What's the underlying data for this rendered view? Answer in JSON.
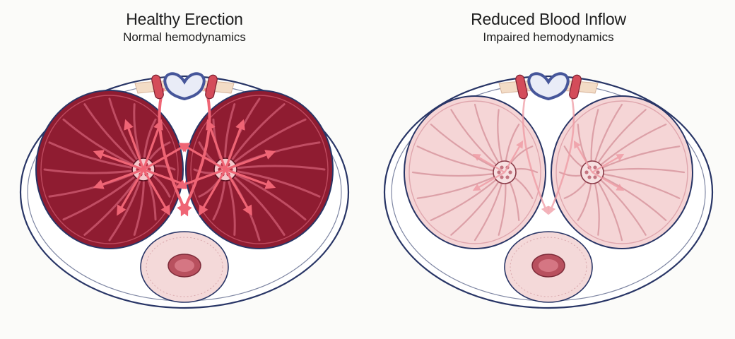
{
  "panels": [
    {
      "id": "healthy",
      "title": "Healthy Erection",
      "subtitle": "Normal hemodynamics",
      "colors": {
        "tissue": "#8f1c31",
        "septa": "#c9566c",
        "arrow": "#ef6575",
        "artery": "#d44c5a"
      }
    },
    {
      "id": "reduced",
      "title": "Reduced Blood Inflow",
      "subtitle": "Impaired hemodynamics",
      "colors": {
        "tissue": "#f5d5d6",
        "septa": "#d99aa2",
        "arrow": "#ef9aa3",
        "artery": "#d44c5a"
      }
    }
  ],
  "common_colors": {
    "outline": "#283566",
    "vein": "#46569a",
    "urethra_tissue": "#f4d9d9",
    "urethra_lumen": "#b8505e"
  }
}
